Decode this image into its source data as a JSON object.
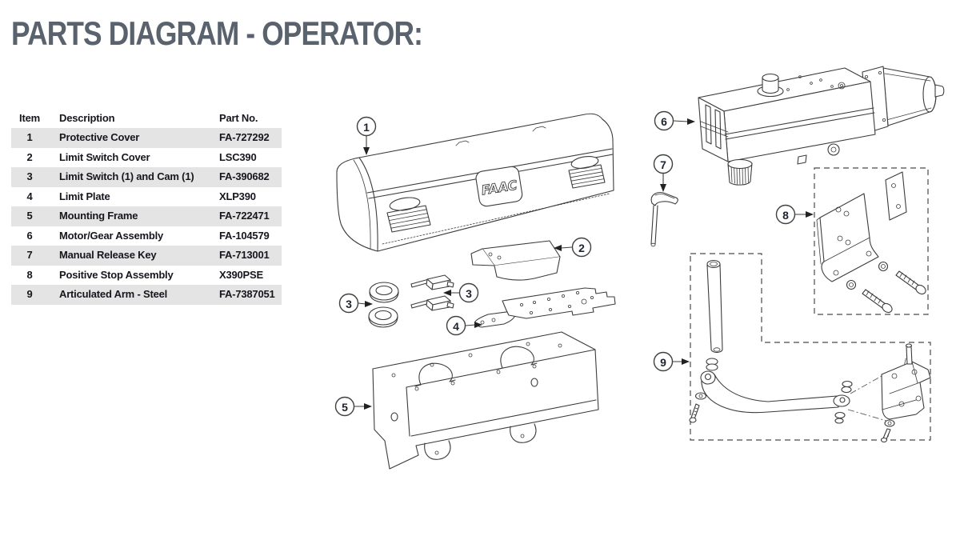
{
  "page_title": "PARTS DIAGRAM - OPERATOR:",
  "parts_table": {
    "headers": {
      "item": "Item",
      "description": "Description",
      "part_no": "Part No."
    },
    "rows": [
      {
        "item": "1",
        "description": "Protective Cover",
        "part_no": "FA-727292"
      },
      {
        "item": "2",
        "description": "Limit Switch Cover",
        "part_no": "LSC390"
      },
      {
        "item": "3",
        "description": "Limit Switch (1) and Cam (1)",
        "part_no": "FA-390682"
      },
      {
        "item": "4",
        "description": "Limit Plate",
        "part_no": "XLP390"
      },
      {
        "item": "5",
        "description": "Mounting Frame",
        "part_no": "FA-722471"
      },
      {
        "item": "6",
        "description": "Motor/Gear Assembly",
        "part_no": "FA-104579"
      },
      {
        "item": "7",
        "description": "Manual Release Key",
        "part_no": "FA-713001"
      },
      {
        "item": "8",
        "description": "Positive Stop Assembly",
        "part_no": "X390PSE"
      },
      {
        "item": "9",
        "description": "Articulated Arm - Steel",
        "part_no": "FA-7387051"
      }
    ]
  },
  "diagram": {
    "logo_text": "FAAC",
    "callouts": {
      "c1": "1",
      "c2": "2",
      "c3": "3",
      "c4": "4",
      "c5": "5",
      "c6": "6",
      "c7": "7",
      "c8": "8",
      "c9": "9"
    },
    "colors": {
      "title": "#59626d",
      "table_stripe": "#e4e4e4",
      "table_text": "#16161e",
      "line_art": "#3c3c3c",
      "callout_text": "#1b2430"
    }
  }
}
